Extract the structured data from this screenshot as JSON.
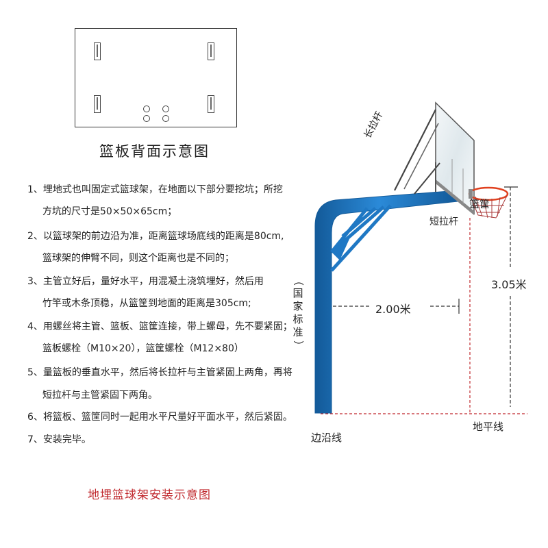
{
  "backboard_box": {
    "title": "篮板背面示意图"
  },
  "steps": [
    {
      "line1": "1、埋地式也叫固定式篮球架，在地面以下部分要挖坑；所挖",
      "line2": "方坑的尺寸是50×50×65cm；"
    },
    {
      "line1": "2、以篮球架的前边沿为准，距离篮球场底线的距离是80cm,",
      "line2": "篮球架的伸臂不同，则这个距离也是不同的；"
    },
    {
      "line1": "3、主管立好后，量好水平，用混凝土浇筑埋好，然后用",
      "line2": "竹竿或木条顶稳，从篮筐到地面的距离是305cm;"
    },
    {
      "line1": "4、用螺丝将主管、篮板、篮筐连接，带上螺母，先不要紧固；",
      "line2": "篮板螺栓（M10×20），篮筐螺栓（M12×80）"
    },
    {
      "line1": "5、量篮板的垂直水平，然后将长拉杆与主管紧固上两角，再将",
      "line2": "短拉杆与主管紧固下两角。"
    },
    {
      "line1": "6、将篮板、篮筐同时一起用水平尺量好平面水平，然后紧固。",
      "line2": ""
    },
    {
      "line1": "7、安装完毕。",
      "line2": ""
    }
  ],
  "bottom_title": "地埋篮球架安装示意图",
  "labels": {
    "long_rod": "长拉杆",
    "short_rod": "短拉杆",
    "hoop": "篮筐",
    "national_standard": "（国家标准）",
    "reach": "2.00米",
    "height": "3.05米",
    "ground_line": "地平线",
    "edge_line": "边沿线"
  },
  "colors": {
    "pole": "#1f78c4",
    "pole_dark": "#135a99",
    "rim": "#e0401e",
    "dashed_line": "#c0282d",
    "title_red": "#c0282d"
  }
}
